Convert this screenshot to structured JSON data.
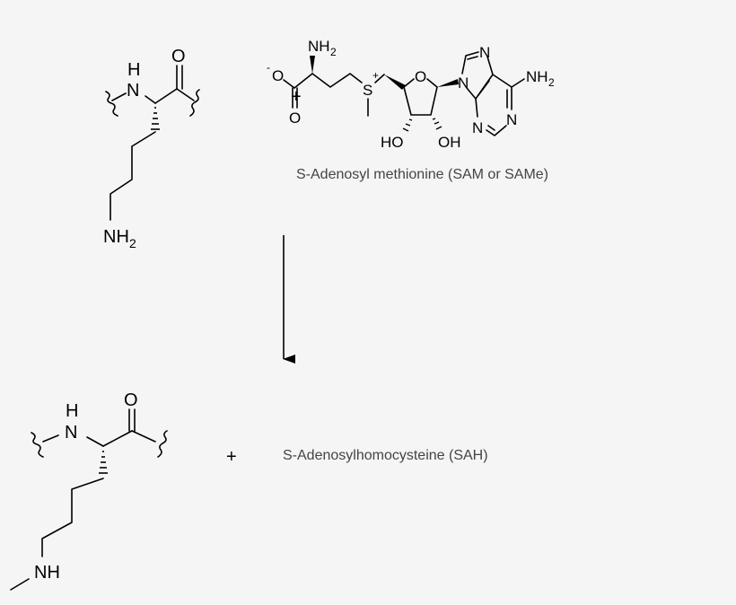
{
  "reactants": {
    "lysine_residue": {
      "atoms": {
        "n": "N",
        "h": "H",
        "o": "O",
        "amine": "NH",
        "amine_sub": "2"
      }
    },
    "plus": "+",
    "sam": {
      "atoms": {
        "o_minus": "O",
        "minus": "-",
        "o_carbonyl": "O",
        "amine": "NH",
        "amine_sub": "2",
        "s": "S",
        "s_charge": "+",
        "ring_o": "O",
        "ho": "HO",
        "oh": "OH",
        "n7": "N",
        "n9": "N",
        "n1": "N",
        "n3": "N",
        "adenine_amine": "NH",
        "adenine_amine_sub": "2"
      },
      "caption": "S-Adenosyl methionine (SAM or SAMe)"
    }
  },
  "products": {
    "methyllysine_residue": {
      "atoms": {
        "n": "N",
        "h": "H",
        "o": "O",
        "nh": "NH"
      }
    },
    "plus": "+",
    "sah_caption": "S-Adenosylhomocysteine (SAH)"
  }
}
